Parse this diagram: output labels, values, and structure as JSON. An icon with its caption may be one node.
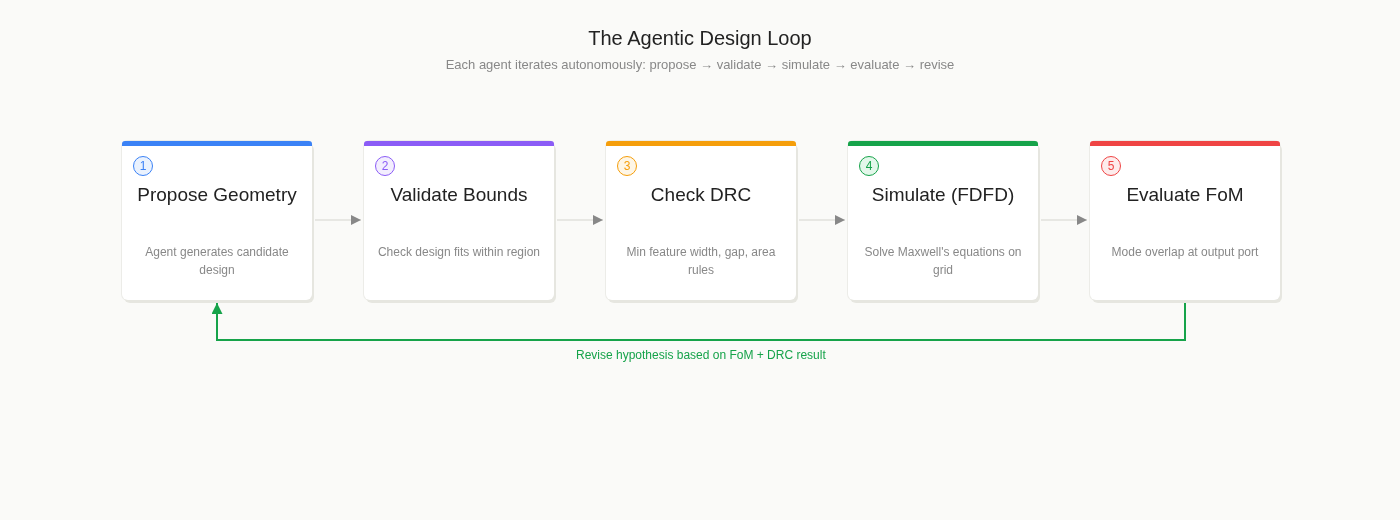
{
  "diagram": {
    "title": "The Agentic Design Loop",
    "caption": "Each agent iterates autonomously: propose → validate → simulate → evaluate → revise",
    "nodes": [
      {
        "text": [
          "1",
          "Propose Geometry",
          "Agent generates candidate design"
        ]
      },
      {
        "text": [
          "2",
          "Validate Bounds",
          "Check design fits within region"
        ]
      },
      {
        "text": [
          "3",
          "Check DRC",
          "Min feature width, gap, area rules"
        ]
      },
      {
        "text": [
          "4",
          "Simulate (FDFD)",
          "Solve Maxwell's equations on grid"
        ]
      },
      {
        "text": [
          "5",
          "Evaluate FoM",
          "Mode overlap at output port"
        ]
      }
    ],
    "edges": [
      {
        "from": 0,
        "to": 1,
        "arrow": "to"
      },
      {
        "from": 1,
        "to": 2,
        "arrow": "to"
      },
      {
        "from": 2,
        "to": 3,
        "arrow": "to"
      },
      {
        "from": 3,
        "to": 4,
        "arrow": "to"
      },
      {
        "from": 4,
        "to": 0,
        "arrow": "to",
        "label": "Revise hypothesis based on FoM + DRC result",
        "color": "#16a34a"
      }
    ]
  }
}
